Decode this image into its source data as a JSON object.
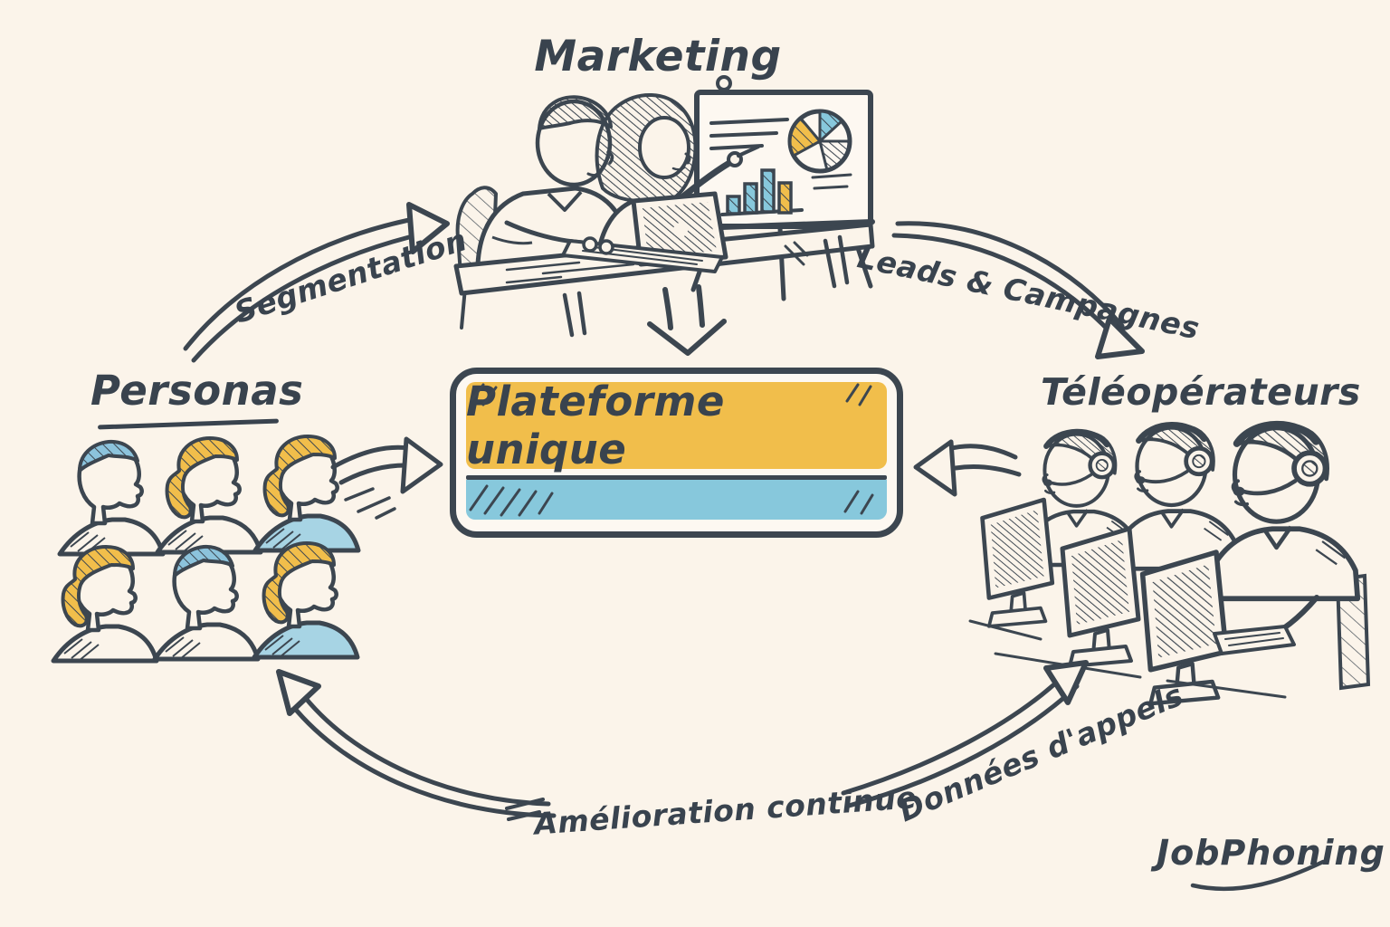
{
  "diagram": {
    "background_color": "#FBF4EA",
    "ink_color": "#3C4650",
    "accent_yellow": "#F1BE4B",
    "accent_blue": "#87C8DC"
  },
  "nodes": {
    "marketing": {
      "label": "Marketing"
    },
    "personas": {
      "label": "Personas",
      "avatar_count": 6
    },
    "teleoperateurs": {
      "label": "Téléopérateurs",
      "operator_count": 3
    },
    "platform": {
      "label": "Plateforme unique"
    }
  },
  "flows": {
    "segmentation": {
      "label": "Segmentation",
      "from": "personas",
      "to": "marketing"
    },
    "leads_campagnes": {
      "label": "Leads & Campagnes",
      "from": "marketing",
      "to": "teleoperateurs"
    },
    "donnees_appels": {
      "label": "Données d'appels",
      "from": "bottom",
      "to": "teleoperateurs"
    },
    "amelioration_continue": {
      "label": "Amélioration continue",
      "from": "bottom",
      "to": "personas"
    }
  },
  "branding": {
    "logo_text": "JobPhoning"
  }
}
